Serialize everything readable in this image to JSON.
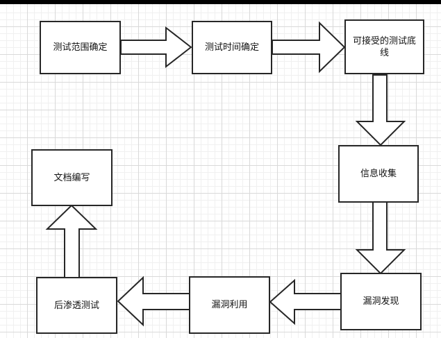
{
  "nodes": {
    "scope": "测试范围确定",
    "time": "测试时间确定",
    "baseline": "可接受的测试底线",
    "info": "信息收集",
    "vuln_find": "漏洞发现",
    "vuln_exploit": "漏洞利用",
    "post_exploit": "后渗透测试",
    "doc": "文档编写"
  }
}
